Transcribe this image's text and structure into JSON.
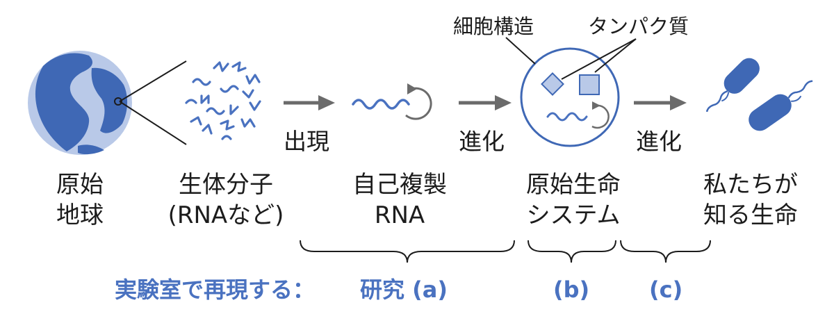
{
  "stages": [
    {
      "line1": "原始",
      "line2": "地球"
    },
    {
      "line1": "生体分子",
      "line2": "(RNAなど)"
    },
    {
      "line1": "自己複製",
      "line2": "RNA"
    },
    {
      "line1": "原始生命",
      "line2": "システム"
    },
    {
      "line1": "私たちが",
      "line2": "知る生命"
    }
  ],
  "transitions": {
    "emerge": "出現",
    "evolve1": "進化",
    "evolve2": "進化"
  },
  "callouts": {
    "cell_structure": "細胞構造",
    "protein": "タンパク質"
  },
  "research": {
    "prefix": "実験室で再現する：",
    "label_a": "研究 (a)",
    "label_b": "(b)",
    "label_c": "(c)"
  },
  "colors": {
    "primary_blue": "#4a72c0",
    "light_blue": "#b9c9e8",
    "arrow_gray": "#6b6b6b",
    "text": "#1c1c1c"
  }
}
